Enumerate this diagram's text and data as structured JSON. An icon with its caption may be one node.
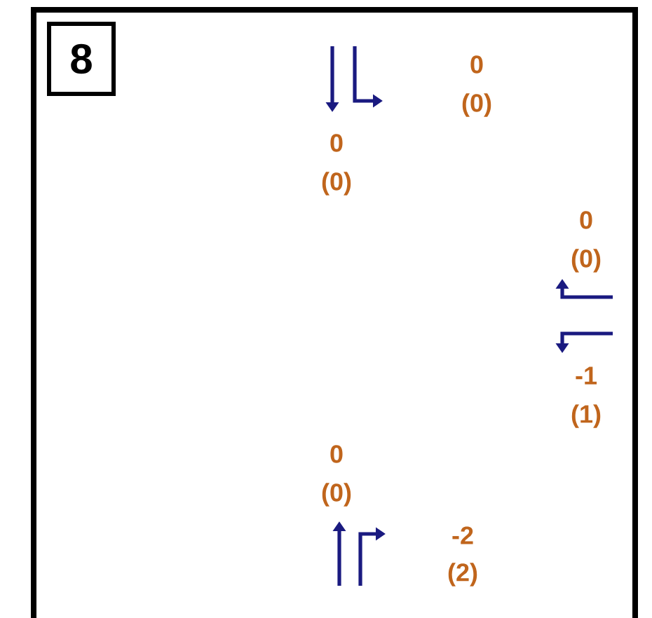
{
  "diagram": {
    "nodes": [
      {
        "text": [
          "8"
        ]
      }
    ],
    "labels": [
      "0",
      "(0)",
      "0",
      "(0)",
      "0",
      "(0)",
      "-1",
      "(1)",
      "0",
      "(0)",
      "-2",
      "(2)"
    ]
  }
}
